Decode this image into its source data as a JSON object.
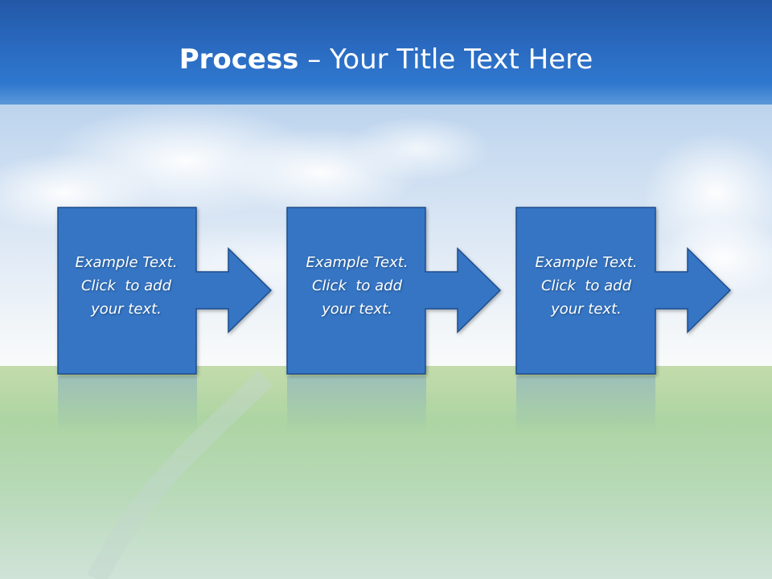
{
  "title": {
    "bold": "Process",
    "rest": " – Your Title Text Here"
  },
  "steps": [
    {
      "line1": "Example Text.",
      "line2": "Click  to add",
      "line3": "your text."
    },
    {
      "line1": "Example Text.",
      "line2": "Click  to add",
      "line3": "your text."
    },
    {
      "line1": "Example Text.",
      "line2": "Click  to add",
      "line3": "your text."
    }
  ],
  "colors": {
    "title_bar": "#2a6ac0",
    "box_fill": "#3474c4",
    "box_border": "#1f4e8c",
    "sky": "#cfe0f2",
    "grass": "#8fc28a"
  }
}
